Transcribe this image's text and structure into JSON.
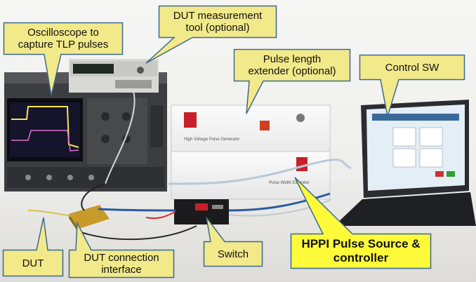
{
  "labels": {
    "oscilloscope": "Oscilloscope to\ncapture TLP pulses",
    "dut_measurement": "DUT measurement\ntool (optional)",
    "pulse_length": "Pulse length\nextender (optional)",
    "control_sw": "Control SW",
    "dut": "DUT",
    "dut_interface": "DUT connection\ninterface",
    "switch": "Switch",
    "hppi": "HPPI Pulse Source &\ncontroller"
  },
  "equipment": {
    "generator_brand": "HPPI",
    "generator_name": "High Voltage Pulse Generator",
    "extender_name": "Pulse Width Extender"
  },
  "colors": {
    "callout_fill": "#f2e98a",
    "callout_border": "#3c6a8d",
    "hppi_fill": "#fffb3a",
    "hppi_border": "#3c6a8d",
    "brand_red": "#c8202a"
  }
}
